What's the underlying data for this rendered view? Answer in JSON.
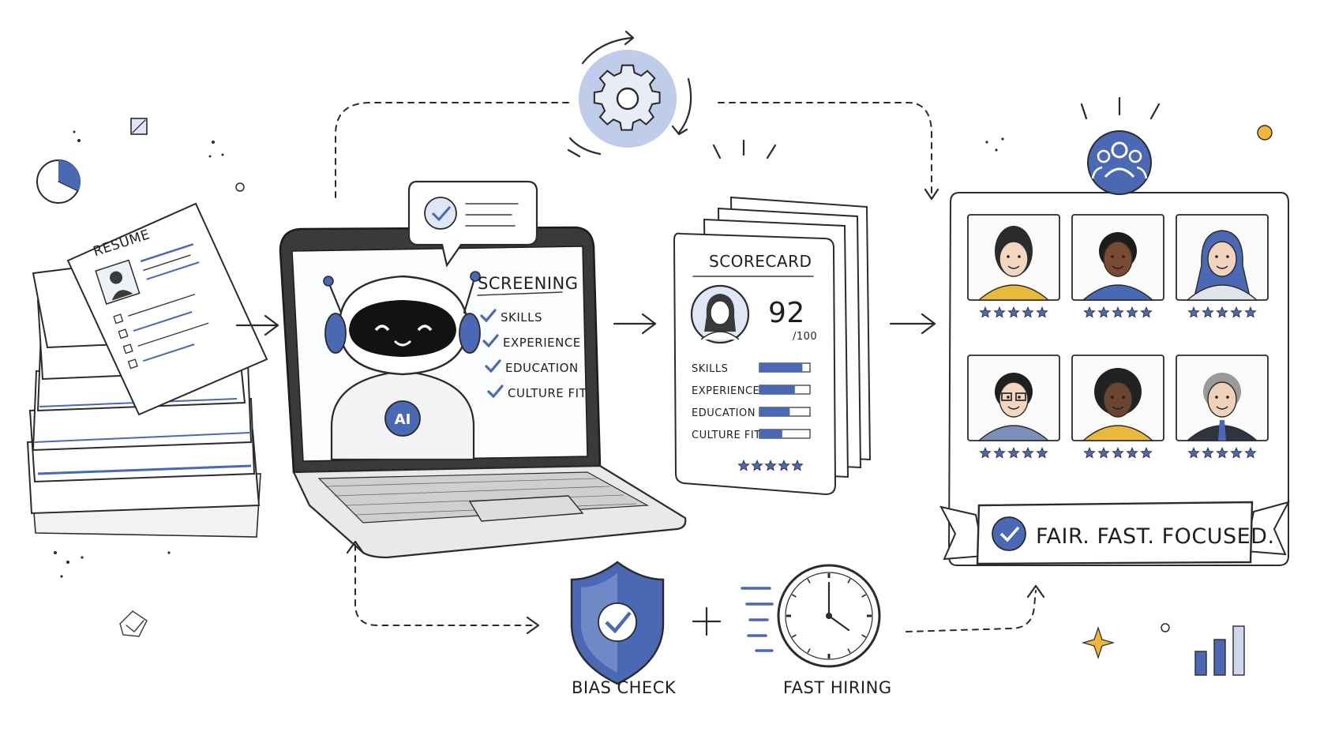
{
  "colors": {
    "accent": "#4a68b4",
    "accent_light": "#a9bbe3",
    "ink": "#2b2b2b",
    "star": "#4a68b4",
    "sun": "#f0b63a"
  },
  "resume": {
    "title": "RESUME"
  },
  "screening": {
    "title": "SCREENING",
    "items": [
      "SKILLS",
      "EXPERIENCE",
      "EDUCATION",
      "CULTURE FIT"
    ],
    "robot_badge": "AI"
  },
  "scorecard": {
    "title": "SCORECARD",
    "score": "92",
    "score_max": "/100",
    "metrics": [
      {
        "label": "SKILLS",
        "level": 0.85
      },
      {
        "label": "EXPERIENCE",
        "level": 0.7
      },
      {
        "label": "EDUCATION",
        "level": 0.6
      },
      {
        "label": "CULTURE FIT",
        "level": 0.45
      }
    ],
    "stars": 5
  },
  "candidates": {
    "count": 6,
    "stars_each": 5
  },
  "banner": {
    "text": "FAIR. FAST. FOCUSED."
  },
  "bias_check": {
    "label": "BIAS CHECK"
  },
  "fast_hiring": {
    "label": "FAST HIRING"
  },
  "icons": [
    "gear-icon",
    "check-bubble-icon",
    "team-icon",
    "shield-check-icon",
    "clock-icon",
    "pie-chart-icon",
    "bar-chart-icon",
    "sparkle-icon"
  ]
}
